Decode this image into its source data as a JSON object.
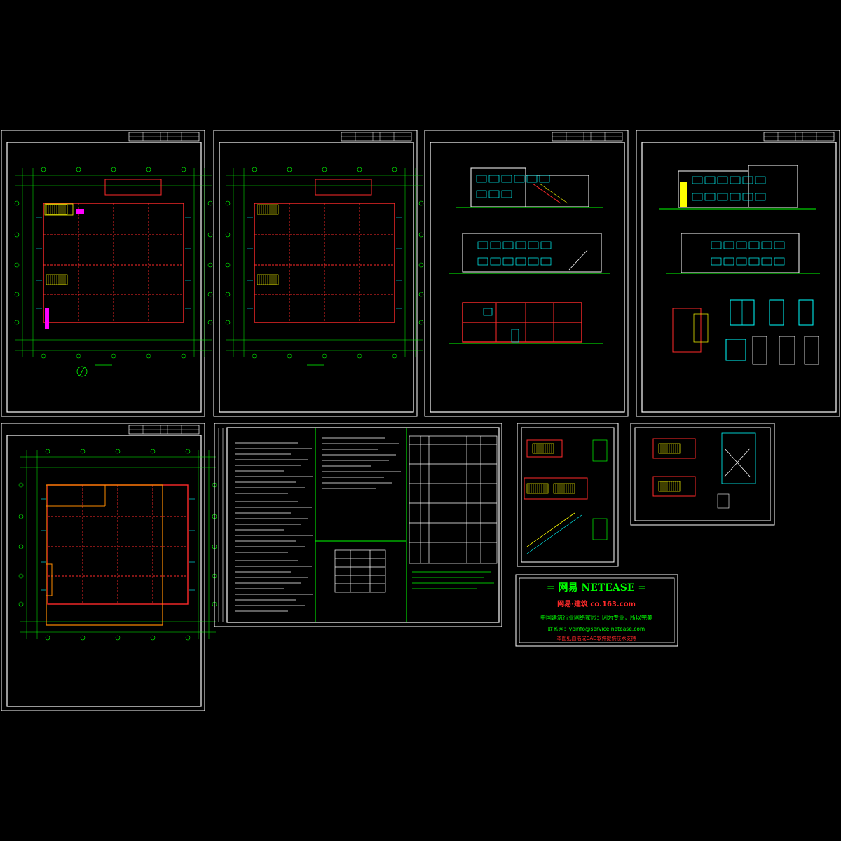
{
  "colors": {
    "background": "#000000",
    "frame": "#ffffff",
    "axis": "#00ff00",
    "wall": "#ff2a2a",
    "stair": "#ffff00",
    "window": "#00ffff",
    "accent": "#ff00ff"
  },
  "ad_panel": {
    "line1": "= 网易  NETEASE =",
    "line2": "网易·建筑   co.163.com",
    "line3": "中国建筑行业网络家园：因为专业，所以完美",
    "line4": "联系网：vpinfo@service.netease.com",
    "line5": "本图纸由浩成CAD软件提供技术支持"
  }
}
